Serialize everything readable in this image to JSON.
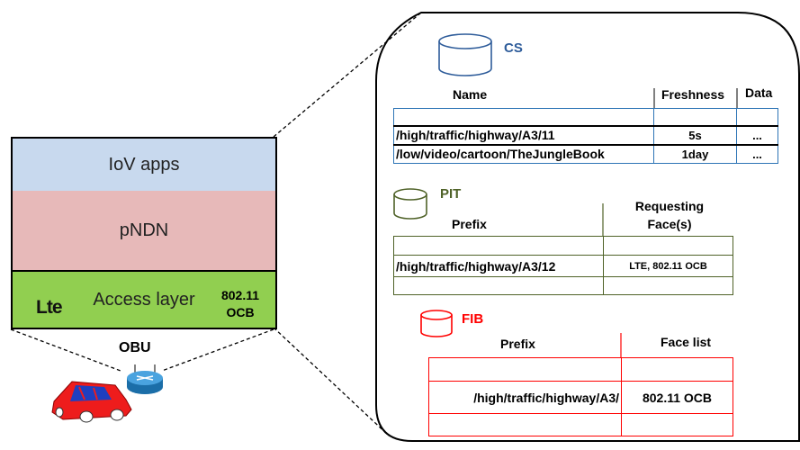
{
  "stack": {
    "apps_label": "IoV apps",
    "pndn_label": "pNDN",
    "access_label": "Access layer",
    "lte_label": "Lte",
    "ocb_line1": "802.11",
    "ocb_line2": "OCB",
    "obu_label": "OBU"
  },
  "cs": {
    "title": "CS",
    "headers": [
      "Name",
      "Freshness",
      "Data"
    ],
    "rows": [
      [
        "",
        "",
        ""
      ],
      [
        "/high/traffic/highway/A3/11",
        "5s",
        "..."
      ],
      [
        "/low/video/cartoon/TheJungleBook",
        "1day",
        "..."
      ]
    ]
  },
  "pit": {
    "title": "PIT",
    "headers": [
      "Prefix",
      "Requesting Face(s)"
    ],
    "rows": [
      [
        "",
        ""
      ],
      [
        "/high/traffic/highway/A3/12",
        "LTE, 802.11 OCB"
      ],
      [
        "",
        ""
      ]
    ]
  },
  "fib": {
    "title": "FIB",
    "headers": [
      "Prefix",
      "Face list"
    ],
    "rows": [
      [
        "",
        ""
      ],
      [
        "/high/traffic/highway/A3/",
        "802.11 OCB"
      ],
      [
        "",
        ""
      ]
    ]
  },
  "colors": {
    "apps_bg": "#c8d9ee",
    "pndn_bg": "#e7b9b9",
    "access_bg": "#91cf50",
    "cs_accent": "#2e5c9a",
    "pit_accent": "#4f6228",
    "fib_accent": "#ff0000"
  }
}
